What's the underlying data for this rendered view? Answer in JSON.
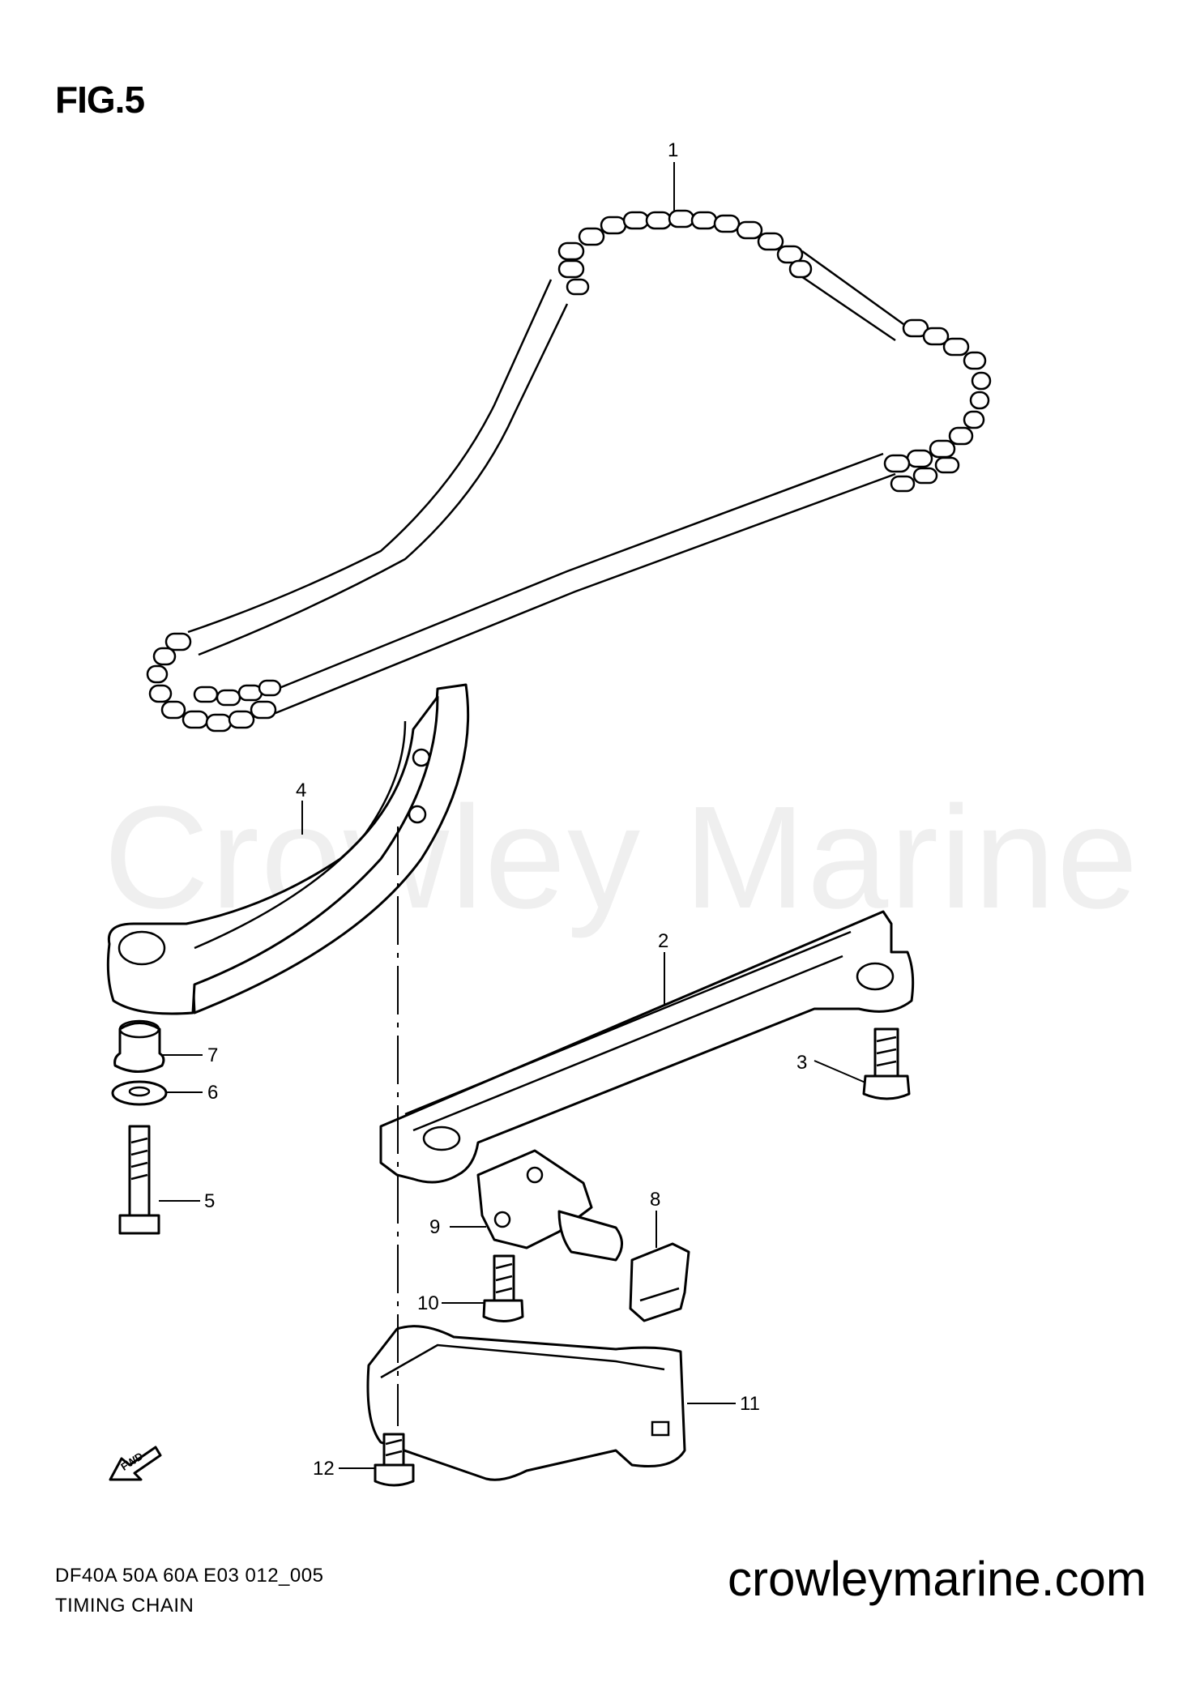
{
  "header": {
    "figure_title": "FIG.5"
  },
  "watermark": {
    "text": "Crowley Marine"
  },
  "callouts": [
    {
      "label": "1"
    },
    {
      "label": "2"
    },
    {
      "label": "3"
    },
    {
      "label": "4"
    },
    {
      "label": "5"
    },
    {
      "label": "6"
    },
    {
      "label": "7"
    },
    {
      "label": "8"
    },
    {
      "label": "9"
    },
    {
      "label": "10"
    },
    {
      "label": "11"
    },
    {
      "label": "12"
    }
  ],
  "direction_marker": {
    "text": "FWD",
    "icon": "forward-arrow-icon"
  },
  "footer": {
    "model_code": "DF40A 50A 60A E03 012_005",
    "caption": "TIMING CHAIN",
    "website": "crowleymarine.com"
  },
  "colors": {
    "line": "#000000",
    "watermark": "#efefef",
    "background": "#ffffff"
  }
}
